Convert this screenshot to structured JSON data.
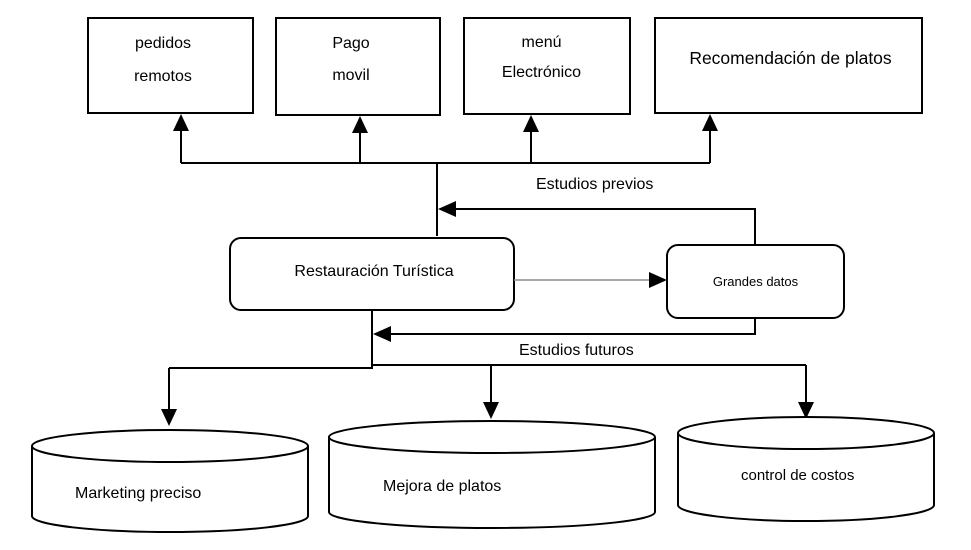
{
  "top_boxes": {
    "remote_orders": {
      "line1": "pedidos",
      "line2": "remotos"
    },
    "mobile_payment": {
      "line1": "Pago",
      "line2": "movil"
    },
    "electronic_menu": {
      "line1": "menú",
      "line2": "Electrónico"
    },
    "dish_recommendation": {
      "label": "Recomendación de platos"
    }
  },
  "center": {
    "tourist_restaurant": "Restauración Turística",
    "big_data": "Grandes datos"
  },
  "edge_labels": {
    "previous_studies": "Estudios previos",
    "future_studies": "Estudios futuros"
  },
  "bottom_cylinders": {
    "precision_marketing": "Marketing preciso",
    "dish_improvement": "Mejora de platos",
    "cost_control": "control de costos"
  }
}
